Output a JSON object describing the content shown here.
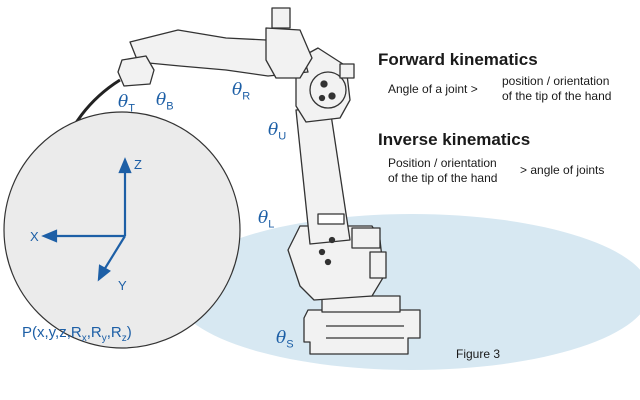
{
  "forward": {
    "title": "Forward kinematics",
    "left_text": "Angle of a joint >",
    "right_line1": "position / orientation",
    "right_line2": "of the tip of the hand"
  },
  "inverse": {
    "title": "Inverse kinematics",
    "left_line1": "Position / orientation",
    "left_line2": "of the tip of the hand",
    "right_text": "> angle of joints"
  },
  "joints": {
    "symbol": "θ",
    "T": "T",
    "B": "B",
    "R": "R",
    "U": "U",
    "L": "L",
    "S": "S"
  },
  "frame": {
    "z_label": "Z",
    "x_label": "X",
    "y_label": "Y",
    "pose_prefix": "P(x,y,z,R",
    "pose_x": "x",
    "pose_y": "y",
    "pose_z": "z"
  },
  "figure_label": "Figure 3",
  "colors": {
    "accent": "#1d5fa6",
    "ellipse_fill": "#d7e8f2",
    "circle_fill": "#ebebeb",
    "robot_fill": "#f2f2f2",
    "robot_stroke": "#333333"
  }
}
